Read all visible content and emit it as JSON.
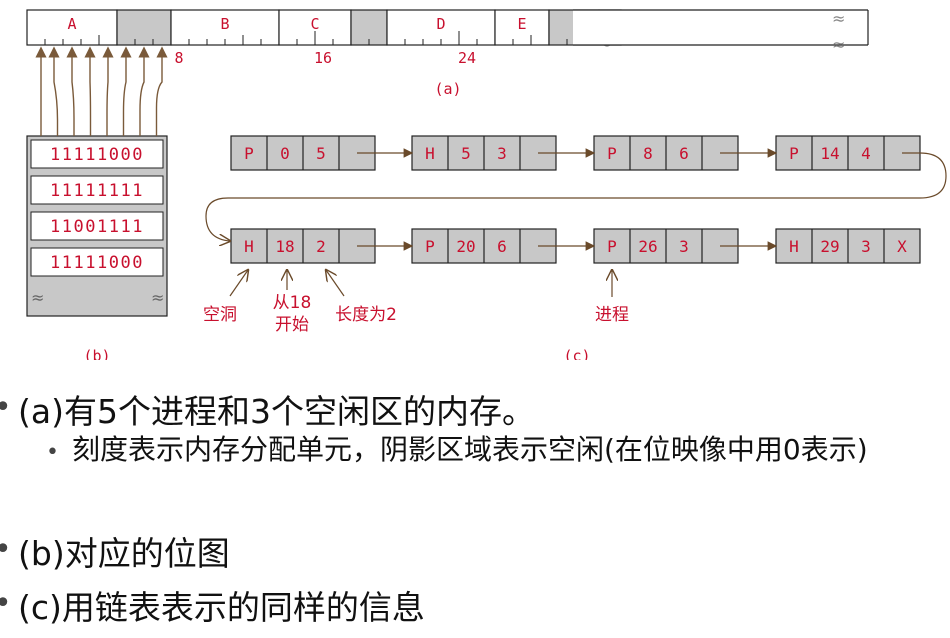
{
  "memory": {
    "segments": [
      {
        "label": "A",
        "free": false
      },
      {
        "label": "",
        "free": true
      },
      {
        "label": "B",
        "free": false
      },
      {
        "label": "C",
        "free": false
      },
      {
        "label": "",
        "free": true
      },
      {
        "label": "D",
        "free": false
      },
      {
        "label": "E",
        "free": false
      },
      {
        "label": "",
        "free": true
      }
    ],
    "tick_labels": [
      "8",
      "16",
      "24"
    ],
    "caption": "(a)"
  },
  "bitmap": {
    "rows": [
      "11111000",
      "11111111",
      "11001111",
      "11111000"
    ],
    "caption": "(b)"
  },
  "linked_list": {
    "row1": [
      {
        "type": "P",
        "start": "0",
        "length": "5"
      },
      {
        "type": "H",
        "start": "5",
        "length": "3"
      },
      {
        "type": "P",
        "start": "8",
        "length": "6"
      },
      {
        "type": "P",
        "start": "14",
        "length": "4"
      }
    ],
    "row2": [
      {
        "type": "H",
        "start": "18",
        "length": "2"
      },
      {
        "type": "P",
        "start": "20",
        "length": "6"
      },
      {
        "type": "P",
        "start": "26",
        "length": "3"
      },
      {
        "type": "H",
        "start": "29",
        "length": "3",
        "end": "X"
      }
    ],
    "annotations": {
      "hole": "空洞",
      "start_line1": "从18",
      "start_line2": "开始",
      "length": "长度为2",
      "process": "进程"
    },
    "caption": "(c)"
  },
  "bullets": {
    "a": "(a)有5个进程和3个空闲区的内存。",
    "a_sub": "刻度表示内存分配单元，阴影区域表示空闲(在位映像中用0表示)",
    "b": "(b)对应的位图",
    "c": "(c)用链表表示的同样的信息"
  },
  "colors": {
    "accent_red": "#c8102e",
    "shade": "#c8c8c8",
    "arrow_brown": "#7a5a3a"
  }
}
